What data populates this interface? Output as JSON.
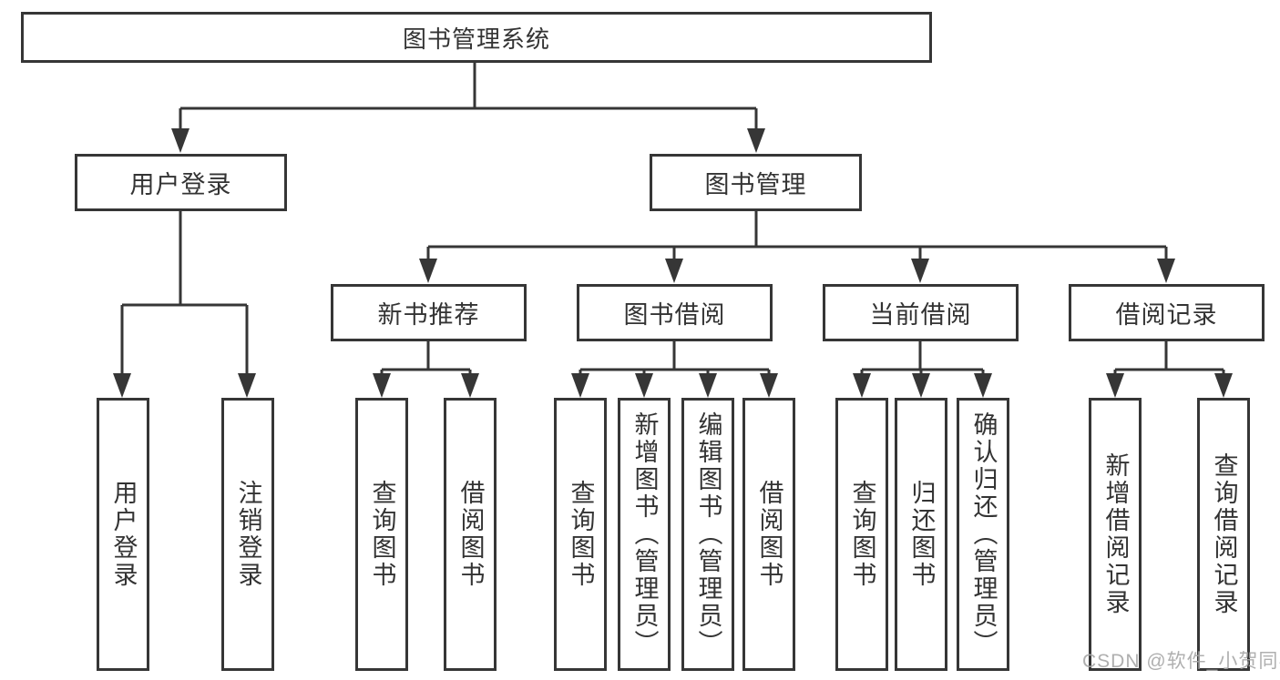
{
  "diagram_title": "图书管理系统",
  "tree": {
    "label": "图书管理系统",
    "children": [
      {
        "label": "用户登录",
        "children": [
          {
            "label": "用户登录"
          },
          {
            "label": "注销登录"
          }
        ]
      },
      {
        "label": "图书管理",
        "children": [
          {
            "label": "新书推荐",
            "children": [
              {
                "label": "查询图书"
              },
              {
                "label": "借阅图书"
              }
            ]
          },
          {
            "label": "图书借阅",
            "children": [
              {
                "label": "查询图书"
              },
              {
                "label": "新增图书（管理员）"
              },
              {
                "label": "编辑图书（管理员）"
              },
              {
                "label": "借阅图书"
              }
            ]
          },
          {
            "label": "当前借阅",
            "children": [
              {
                "label": "查询图书"
              },
              {
                "label": "归还图书"
              },
              {
                "label": "确认归还（管理员）"
              }
            ]
          },
          {
            "label": "借阅记录",
            "children": [
              {
                "label": "新增借阅记录"
              },
              {
                "label": "查询借阅记录"
              }
            ]
          }
        ]
      }
    ]
  },
  "watermark": {
    "text": "CSDN @软件_小贺同学"
  },
  "colors": {
    "line": "#363636",
    "text": "#333333",
    "background": "#ffffff",
    "watermark": "#a8a8a8"
  }
}
